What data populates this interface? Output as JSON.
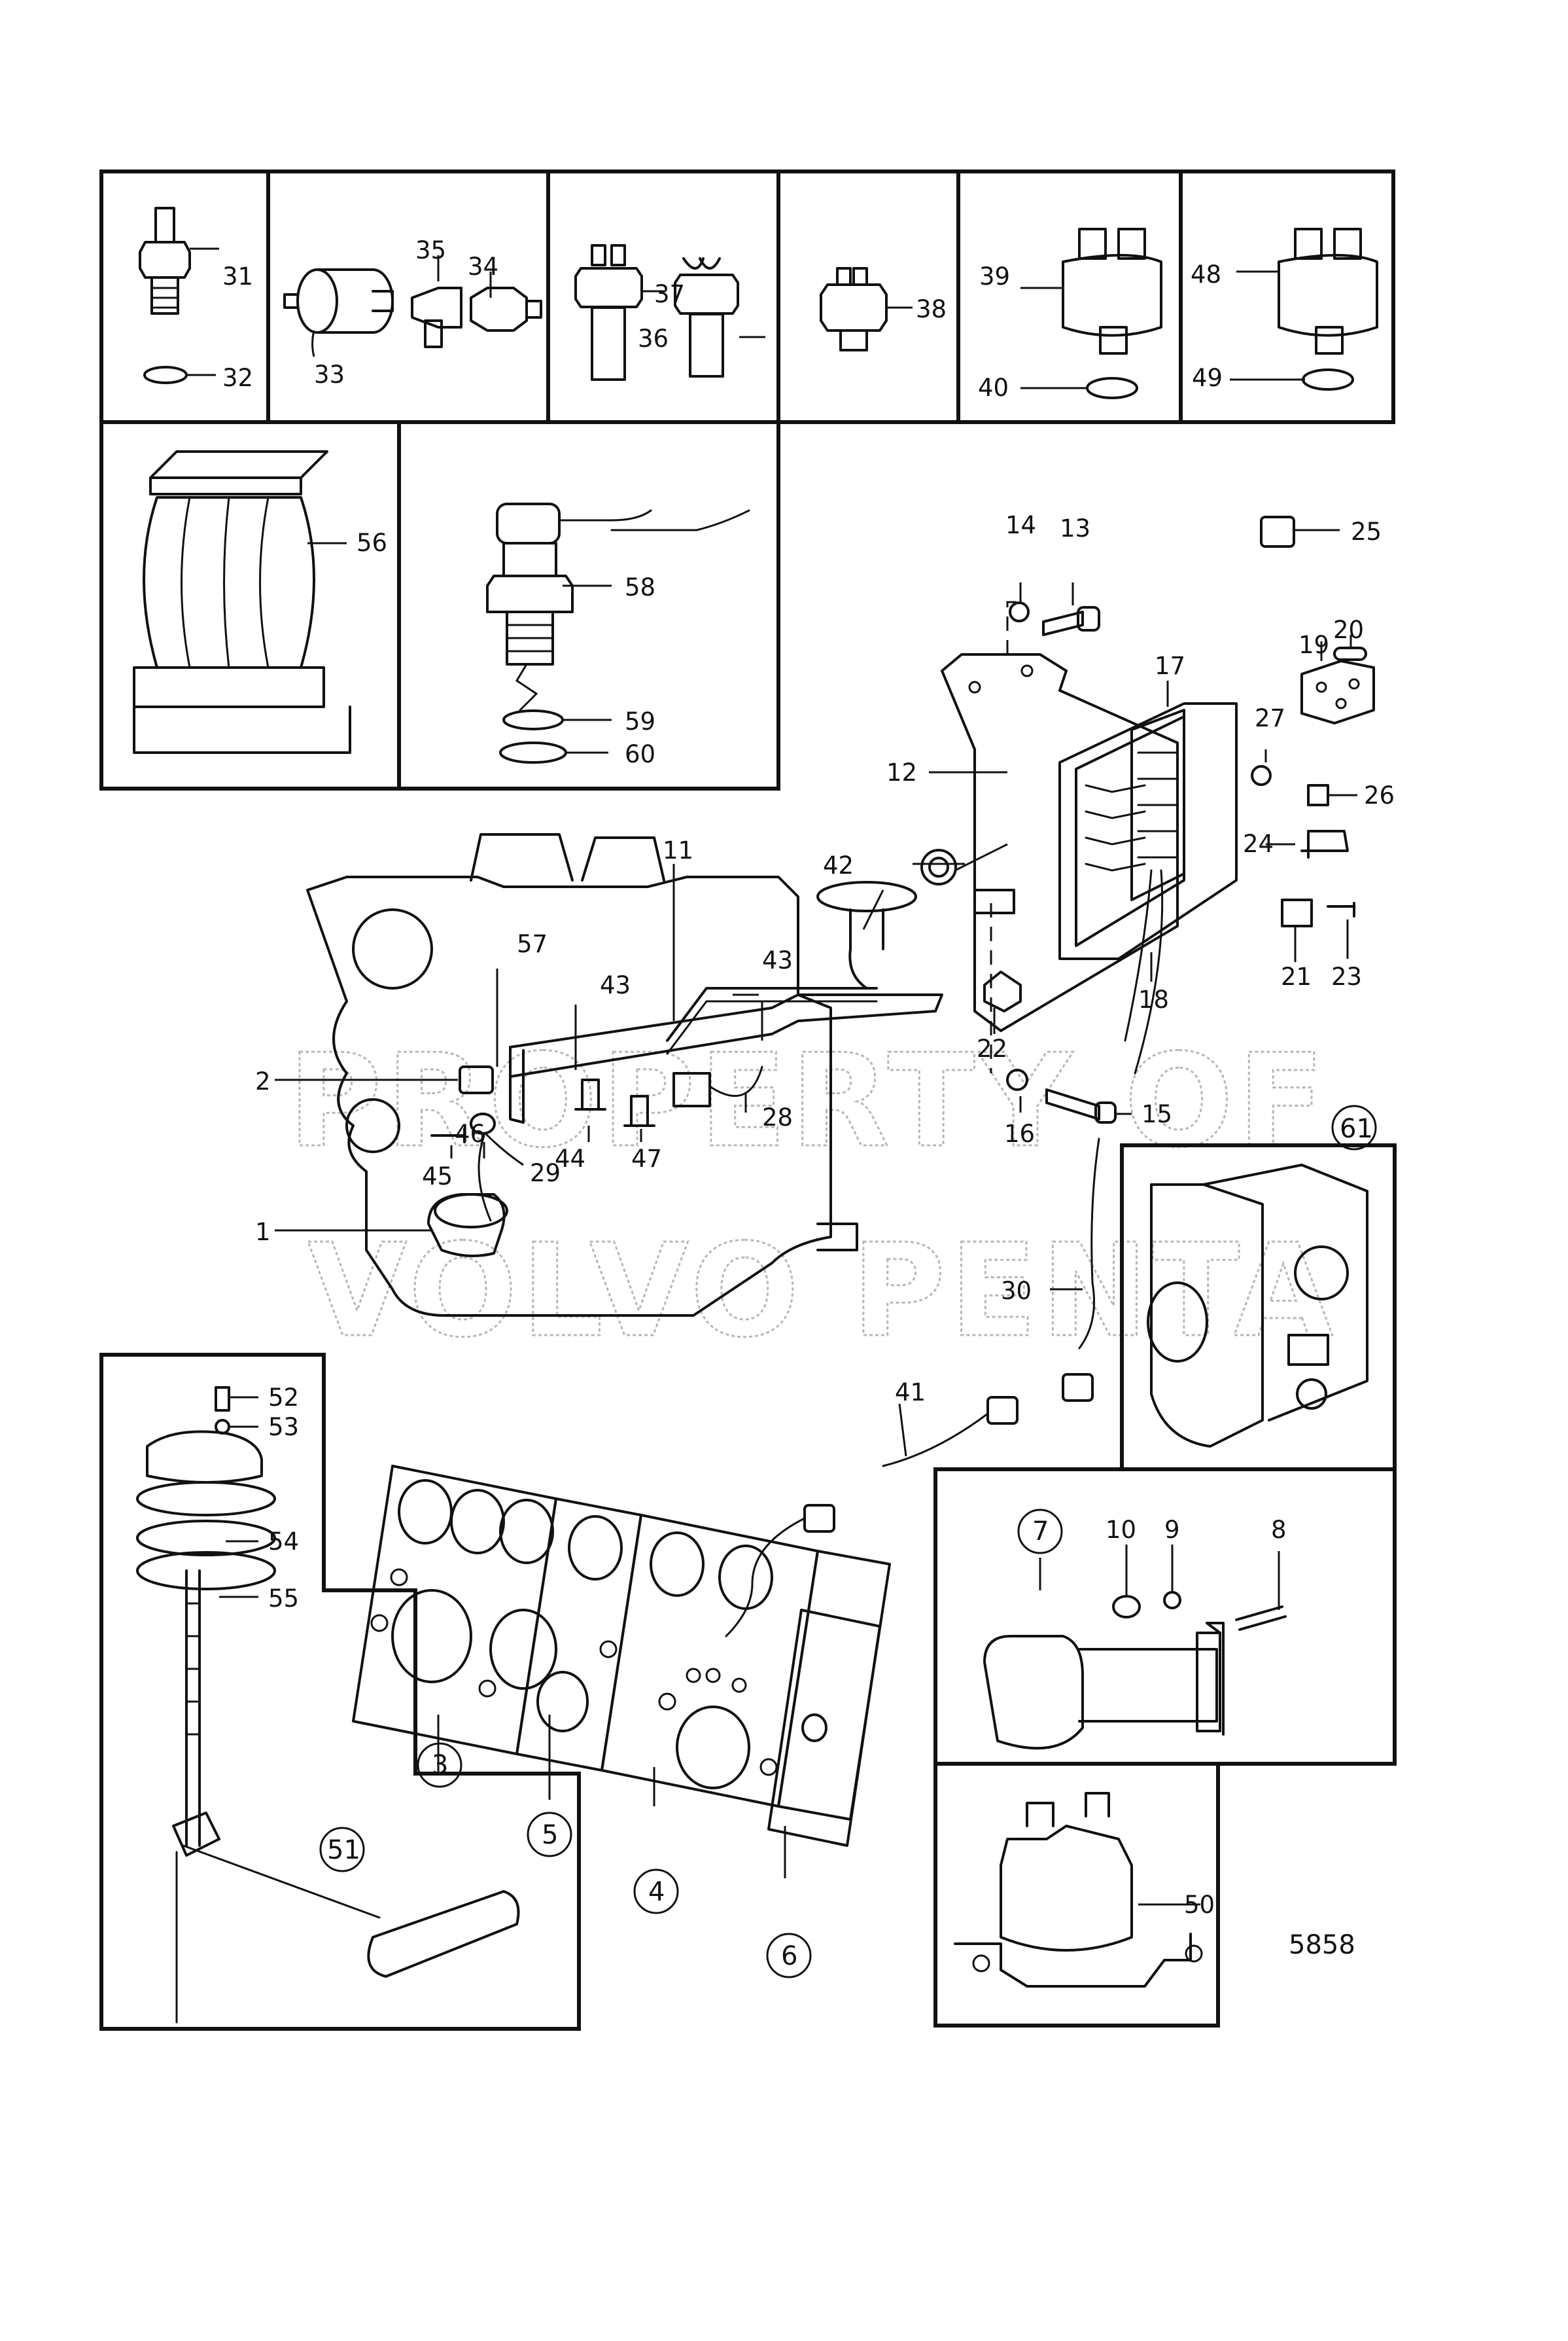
{
  "figure": {
    "drawing_number": "5858",
    "watermark_lines": [
      "PROPERTY OF",
      "VOLVO PENTA"
    ]
  },
  "callouts": {
    "c1": "1",
    "c2": "2",
    "c3": "3",
    "c4": "4",
    "c5": "5",
    "c6": "6",
    "c7": "7",
    "c8": "8",
    "c9": "9",
    "c10": "10",
    "c11": "11",
    "c12": "12",
    "c13": "13",
    "c14": "14",
    "c15": "15",
    "c16": "16",
    "c17": "17",
    "c18": "18",
    "c19": "19",
    "c20": "20",
    "c21": "21",
    "c22": "22",
    "c23": "23",
    "c24": "24",
    "c25": "25",
    "c26": "26",
    "c27": "27",
    "c28": "28",
    "c29": "29",
    "c30": "30",
    "c31": "31",
    "c32": "32",
    "c33": "33",
    "c34": "34",
    "c35": "35",
    "c36": "36",
    "c37": "37",
    "c38": "38",
    "c39": "39",
    "c40": "40",
    "c41": "41",
    "c42": "42",
    "c43a": "43",
    "c43b": "43",
    "c44": "44",
    "c45": "45",
    "c46": "46",
    "c47": "47",
    "c48": "48",
    "c49": "49",
    "c50": "50",
    "c51": "51",
    "c52": "52",
    "c53": "53",
    "c54": "54",
    "c55": "55",
    "c56": "56",
    "c57": "57",
    "c58": "58",
    "c59": "59",
    "c60": "60",
    "c61": "61"
  }
}
